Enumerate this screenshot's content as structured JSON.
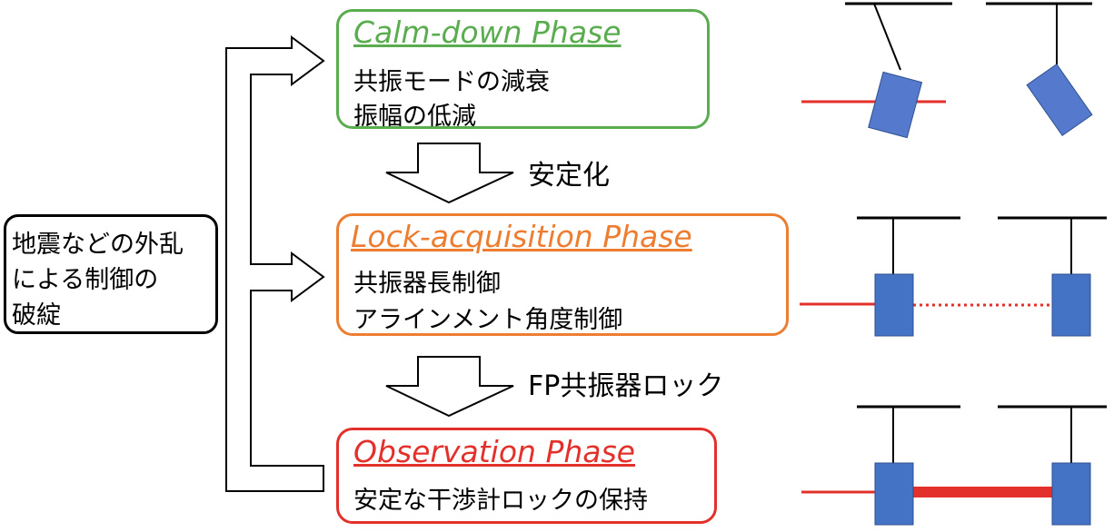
{
  "cause": {
    "lines": [
      "地震などの外乱",
      "による制御の",
      "破綻"
    ]
  },
  "phases": [
    {
      "title": "Calm-down Phase",
      "lines": [
        "共振モードの減衰",
        "振幅の低減"
      ],
      "color": "#5aad4e"
    },
    {
      "title": "Lock-acquisition Phase",
      "lines": [
        "共振器長制御",
        "アラインメント角度制御"
      ],
      "color": "#ec7d31"
    },
    {
      "title": "Observation Phase",
      "lines": [
        "安定な干渉計ロックの保持"
      ],
      "color": "#e3302b"
    }
  ],
  "transitions": [
    {
      "label": "安定化"
    },
    {
      "label": "FP共振器ロック"
    }
  ],
  "colors": {
    "laser": "#e3302b",
    "mirror": "#4472c4",
    "mirror_tilted": "#5579cc",
    "outline": "#000000"
  }
}
